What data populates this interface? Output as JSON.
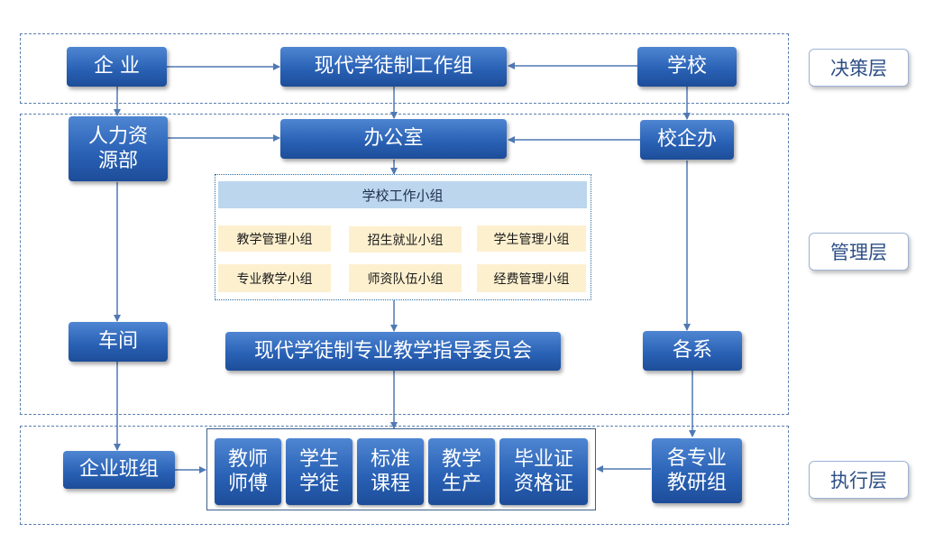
{
  "layers": {
    "decision": "决策层",
    "management": "管理层",
    "execution": "执行层"
  },
  "nodes": {
    "enterprise": "企 业",
    "work_group": "现代学徒制工作组",
    "school": "学校",
    "hr_line1": "人力资",
    "hr_line2": "源部",
    "office": "办公室",
    "school_enterprise_office": "校企办",
    "workshop": "车间",
    "committee": "现代学徒制专业教学指导委员会",
    "departments": "各系",
    "enterprise_team": "企业班组",
    "research_line1": "各专业",
    "research_line2": "教研组"
  },
  "school_group": {
    "title": "学校工作小组",
    "cells": [
      "教学管理小组",
      "招生就业小组",
      "学生管理小组",
      "专业教学小组",
      "师资队伍小组",
      "经费管理小组"
    ]
  },
  "execution_items": [
    {
      "line1": "教师",
      "line2": "师傅"
    },
    {
      "line1": "学生",
      "line2": "学徒"
    },
    {
      "line1": "标准",
      "line2": "课程"
    },
    {
      "line1": "教学",
      "line2": "生产"
    },
    {
      "line1": "毕业证",
      "line2": "资格证"
    }
  ],
  "colors": {
    "node": "#2a62b6",
    "connector": "#4f79b4",
    "layer_border": "#5b7fb0",
    "group_title_bg": "#bcd6ee",
    "cell_bg": "#fdf0cf"
  }
}
